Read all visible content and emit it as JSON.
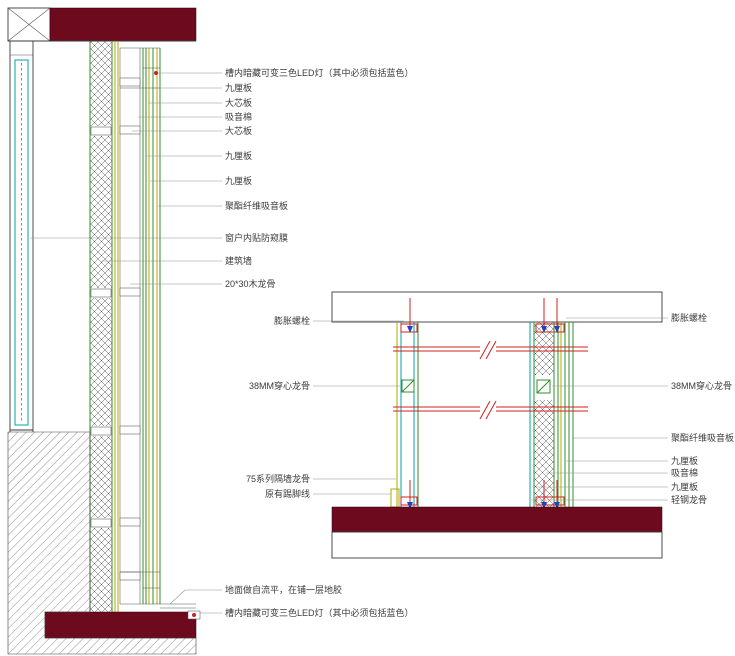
{
  "colors": {
    "maroon": "#6e0a1e",
    "hatch_line": "#4a4a4a",
    "board_green": "#2f8f2f",
    "board_yellow": "#b5a800",
    "glass_cyan": "#00a6a6",
    "keel_red": "#cf2020",
    "bolt_blue": "#2244bb",
    "leader_gray": "#909090",
    "label_text": "#3c3c3c"
  },
  "left_detail": {
    "labels": [
      {
        "text": "槽内暗藏可变三色LED灯（其中必须包括蓝色）"
      },
      {
        "text": "九厘板"
      },
      {
        "text": "大芯板"
      },
      {
        "text": "吸音棉"
      },
      {
        "text": "大芯板"
      },
      {
        "text": "九厘板"
      },
      {
        "text": "九厘板"
      },
      {
        "text": "聚酯纤维吸音板"
      },
      {
        "text": "窗户内贴防窥膜"
      },
      {
        "text": "建筑墙"
      },
      {
        "text": "20*30木龙骨"
      },
      {
        "text": "地面做自流平，在铺一层地胶"
      },
      {
        "text": "槽内暗藏可变三色LED灯（其中必须包括蓝色）"
      }
    ]
  },
  "right_detail": {
    "labels_left": [
      {
        "text": "膨胀螺栓"
      },
      {
        "text": "38MM穿心龙骨"
      },
      {
        "text": "75系列隔墙龙骨"
      },
      {
        "text": "原有踢脚线"
      }
    ],
    "labels_right": [
      {
        "text": "膨胀螺栓"
      },
      {
        "text": "38MM穿心龙骨"
      },
      {
        "text": "聚酯纤维吸音板"
      },
      {
        "text": "九厘板"
      },
      {
        "text": "吸音棉"
      },
      {
        "text": "九厘板"
      },
      {
        "text": "轻钢龙骨"
      }
    ]
  }
}
